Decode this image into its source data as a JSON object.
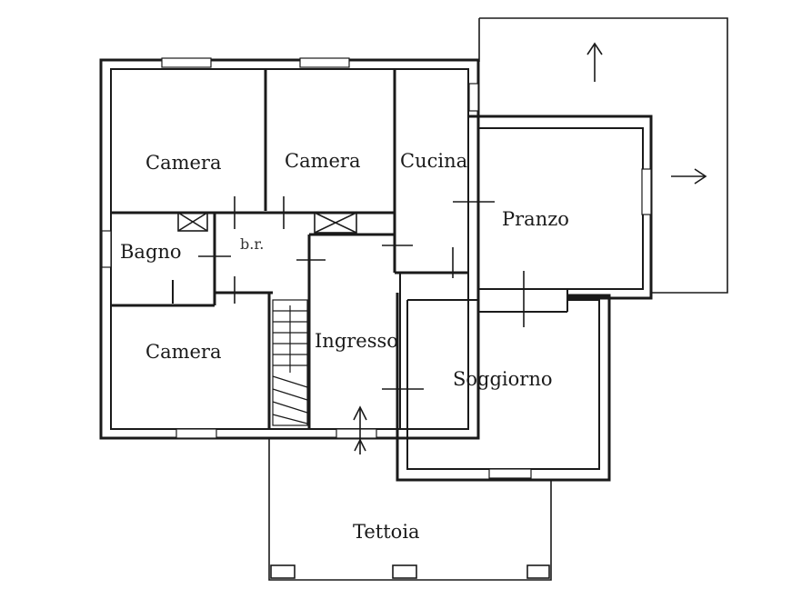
{
  "rooms": {
    "camera_top_left": "Camera",
    "camera_top_middle": "Camera",
    "cucina": "Cucina",
    "pranzo": "Pranzo",
    "bagno": "Bagno",
    "wc": "b.r.",
    "camera_bottom_left": "Camera",
    "ingresso": "Ingresso",
    "soggiorno": "Soggiorno",
    "tettoia": "Tettoia"
  },
  "icons": {
    "arrow_up": "arrow-up-icon",
    "arrow_right": "arrow-right-icon",
    "entrance": "entrance-arrow-icon"
  },
  "colors": {
    "line": "#1a1a1a",
    "background": "#ffffff"
  }
}
